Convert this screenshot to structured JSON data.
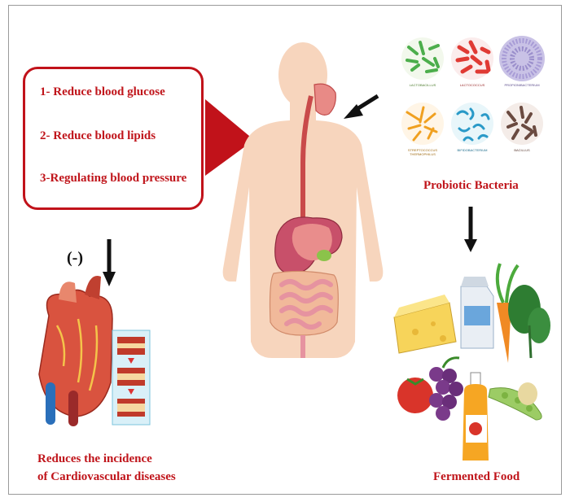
{
  "benefits": [
    "1- Reduce blood glucose",
    "2- Reduce blood lipids",
    "3-Regulating blood pressure"
  ],
  "negative_sign": "(-)",
  "probiotic_label": "Probiotic Bacteria",
  "fermented_label": "Fermented Food",
  "cardio_label_line1": "Reduces the incidence",
  "cardio_label_line2": "of Cardiovascular diseases",
  "colors": {
    "accent_red": "#c1121a",
    "skin": "#f7d5bd"
  }
}
